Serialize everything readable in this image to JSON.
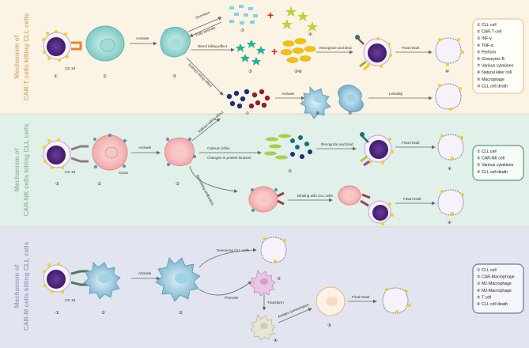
{
  "sections": [
    {
      "title_line1": "Mechanism of",
      "title_line2": "CAR-T cells killing CLL cells",
      "bg": "#fbf3e4",
      "title_color": "#d9b27a",
      "legend_border": "#e8c893",
      "legend": [
        "① CLL cell",
        "② CAR-T cell",
        "③ INF-γ",
        "④ TNF-α",
        "⑤ Perforin",
        "⑥ Granzyme B",
        "⑦ Various cytokines",
        "⑧ Natural killer cell",
        "⑨ Macrophage",
        "⑩ CLL cell death"
      ]
    },
    {
      "title_line1": "Mechanism of",
      "title_line2": "CAR-NK cells killing CLL cells",
      "bg": "#e1f0e8",
      "title_color": "#8fbfa6",
      "legend_border": "#5c9a77",
      "legend": [
        "① CLL cell",
        "② CAR-NK cell",
        "③ Various cytokines",
        "④ CLL cell death"
      ]
    },
    {
      "title_line1": "Mechanism of",
      "title_line2": "CAR-M cells killing CLL cells",
      "bg": "#e2e5ef",
      "title_color": "#9aa3c6",
      "legend_border": "#6b74a3",
      "legend": [
        "① CLL cell",
        "② CAR-Macrophage",
        "③ M1-Macrophage",
        "④ M2-Macrophage",
        "⑤ T cell",
        "⑥ CLL cell death"
      ]
    }
  ],
  "labels": {
    "cd19": "CD 19",
    "cd16": "CD16",
    "activate": "Activate",
    "secretion": "Secretion",
    "fully_activate": "Fully activate",
    "direct_killing": "Direct killing effect",
    "indirect_killing": "Indirect killing effect",
    "recognize_bind": "Recognize and bind",
    "final_result": "Final result",
    "lethality": "Lethality",
    "calcium_influx": "Calcium influx",
    "protein_kinases": "Changes in protein kinases",
    "recruiting_antibodies": "Recruiting antibodies",
    "binding_cll": "Binding with CLL cells",
    "devouring": "Devouring CLL cells",
    "promote": "Promote",
    "transform": "Transform",
    "antigen_presentation": "Antigen presentation"
  },
  "numbers": {
    "n1": "①",
    "n2": "②",
    "n3": "③",
    "n4": "④",
    "n5": "⑤",
    "n56": "⑤⑥",
    "n7": "⑦",
    "n8": "⑧",
    "n9": "⑨",
    "n10": "⑩"
  }
}
